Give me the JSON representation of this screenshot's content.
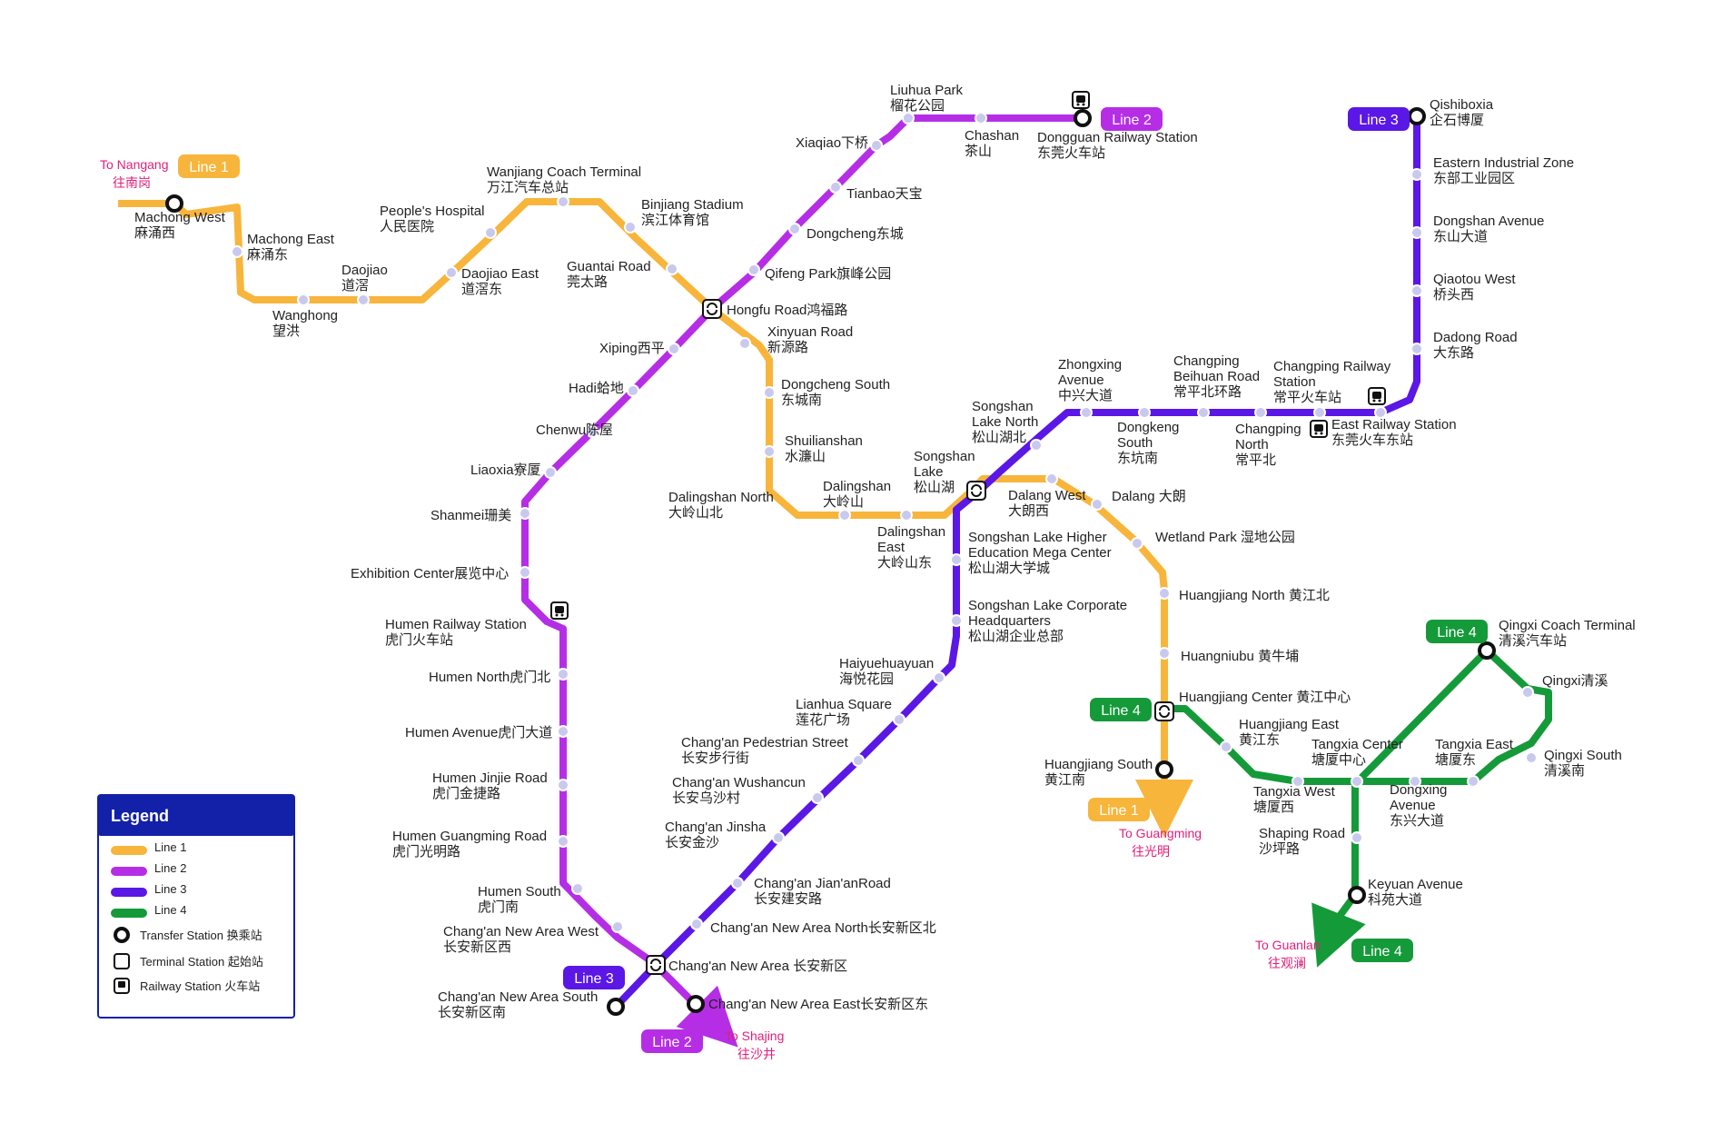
{
  "colors": {
    "line1": "#f8b53b",
    "line2": "#b52ee6",
    "line3": "#5a17e6",
    "line4": "#159a3a",
    "legend_header": "#1320a8",
    "direction": "#e0207a"
  },
  "line_badges": [
    {
      "id": "l1a",
      "label": "Line 1"
    },
    {
      "id": "l1b",
      "label": "Line 1"
    },
    {
      "id": "l2a",
      "label": "Line 2"
    },
    {
      "id": "l2b",
      "label": "Line 2"
    },
    {
      "id": "l3a",
      "label": "Line 3"
    },
    {
      "id": "l3b",
      "label": "Line 3"
    },
    {
      "id": "l4a",
      "label": "Line 4"
    },
    {
      "id": "l4b",
      "label": "Line 4"
    },
    {
      "id": "l4c",
      "label": "Line 4"
    }
  ],
  "directions": [
    {
      "id": "nangang",
      "en": "To Nangang",
      "zh": "往南岗"
    },
    {
      "id": "guangming",
      "en": "To Guangming",
      "zh": "往光明"
    },
    {
      "id": "shajing",
      "en": "To Shajing",
      "zh": "往沙井"
    },
    {
      "id": "guanlan",
      "en": "To Guanlan",
      "zh": "往观澜"
    }
  ],
  "stations": [
    {
      "id": "s1",
      "lines": [
        "Machong West",
        "麻涌西"
      ]
    },
    {
      "id": "s2",
      "lines": [
        "Machong East",
        "麻涌东"
      ]
    },
    {
      "id": "s3",
      "lines": [
        "Wanghong",
        "望洪"
      ]
    },
    {
      "id": "s4",
      "lines": [
        "Daojiao",
        "道滘"
      ]
    },
    {
      "id": "s5",
      "lines": [
        "Daojiao East",
        "道滘东"
      ]
    },
    {
      "id": "s6",
      "lines": [
        "People's Hospital",
        "人民医院"
      ]
    },
    {
      "id": "s7",
      "lines": [
        "Wanjiang Coach Terminal",
        "万江汽车总站"
      ]
    },
    {
      "id": "s8",
      "lines": [
        "Binjiang Stadium",
        "滨江体育馆"
      ]
    },
    {
      "id": "s9",
      "lines": [
        "Guantai Road",
        "莞太路"
      ]
    },
    {
      "id": "s10",
      "lines": [
        "Hongfu Road鸿福路"
      ]
    },
    {
      "id": "s11",
      "lines": [
        "Xinyuan Road",
        "新源路"
      ]
    },
    {
      "id": "s12",
      "lines": [
        "Dongcheng South",
        "东城南"
      ]
    },
    {
      "id": "s13",
      "lines": [
        "Shuilianshan",
        "水濂山"
      ]
    },
    {
      "id": "s14",
      "lines": [
        "Dalingshan North",
        "大岭山北"
      ]
    },
    {
      "id": "s15",
      "lines": [
        "Dalingshan",
        "大岭山"
      ]
    },
    {
      "id": "s16",
      "lines": [
        "Dalingshan",
        "East",
        "大岭山东"
      ]
    },
    {
      "id": "s17",
      "lines": [
        "Songshan",
        "Lake",
        "松山湖"
      ]
    },
    {
      "id": "s18",
      "lines": [
        "Dalang West",
        "大朗西"
      ]
    },
    {
      "id": "s19",
      "lines": [
        "Dalang 大朗"
      ]
    },
    {
      "id": "s20",
      "lines": [
        "Wetland Park 湿地公园"
      ]
    },
    {
      "id": "s21",
      "lines": [
        "Huangjiang North 黄江北"
      ]
    },
    {
      "id": "s22",
      "lines": [
        "Huangniubu 黄牛埔"
      ]
    },
    {
      "id": "s23",
      "lines": [
        "Huangjiang Center 黄江中心"
      ]
    },
    {
      "id": "s24",
      "lines": [
        "Huangjiang South",
        "黄江南"
      ]
    },
    {
      "id": "s25",
      "lines": [
        "Liuhua Park",
        "榴花公园"
      ]
    },
    {
      "id": "s26",
      "lines": [
        "Chashan",
        "茶山"
      ]
    },
    {
      "id": "s27",
      "lines": [
        "Dongguan Railway Station",
        "东莞火车站"
      ]
    },
    {
      "id": "s28",
      "lines": [
        "Xiaqiao下桥"
      ]
    },
    {
      "id": "s29",
      "lines": [
        "Tianbao天宝"
      ]
    },
    {
      "id": "s30",
      "lines": [
        "Dongcheng东城"
      ]
    },
    {
      "id": "s31",
      "lines": [
        "Qifeng Park旗峰公园"
      ]
    },
    {
      "id": "s32",
      "lines": [
        "Xiping西平"
      ]
    },
    {
      "id": "s33",
      "lines": [
        "Hadi蛤地"
      ]
    },
    {
      "id": "s34",
      "lines": [
        "Chenwu陈屋"
      ]
    },
    {
      "id": "s35",
      "lines": [
        "Liaoxia寮厦"
      ]
    },
    {
      "id": "s36",
      "lines": [
        "Shanmei珊美"
      ]
    },
    {
      "id": "s37",
      "lines": [
        "Exhibition Center展览中心"
      ]
    },
    {
      "id": "s38",
      "lines": [
        "Humen Railway Station",
        "虎门火车站"
      ]
    },
    {
      "id": "s39",
      "lines": [
        "Humen North虎门北"
      ]
    },
    {
      "id": "s40",
      "lines": [
        "Humen Avenue虎门大道"
      ]
    },
    {
      "id": "s41",
      "lines": [
        "Humen Jinjie Road",
        "虎门金捷路"
      ]
    },
    {
      "id": "s42",
      "lines": [
        "Humen Guangming Road",
        "虎门光明路"
      ]
    },
    {
      "id": "s43",
      "lines": [
        "Humen South",
        "虎门南"
      ]
    },
    {
      "id": "s44",
      "lines": [
        "Chang'an New Area West",
        "长安新区西"
      ]
    },
    {
      "id": "s45",
      "lines": [
        "Chang'an New Area 长安新区"
      ]
    },
    {
      "id": "s46",
      "lines": [
        "Chang'an New Area East长安新区东"
      ]
    },
    {
      "id": "s47",
      "lines": [
        "Chang'an New Area South",
        "长安新区南"
      ]
    },
    {
      "id": "s48",
      "lines": [
        "Chang'an New Area North长安新区北"
      ]
    },
    {
      "id": "s49",
      "lines": [
        "Chang'an   Jian'anRoad",
        "长安建安路"
      ]
    },
    {
      "id": "s50",
      "lines": [
        "Chang'an Jinsha",
        "长安金沙"
      ]
    },
    {
      "id": "s51",
      "lines": [
        "Chang'an Wushancun",
        "长安乌沙村"
      ]
    },
    {
      "id": "s52",
      "lines": [
        "Chang'an Pedestrian Street",
        "长安步行街"
      ]
    },
    {
      "id": "s53",
      "lines": [
        "Lianhua Square",
        "莲花广场"
      ]
    },
    {
      "id": "s54",
      "lines": [
        "Haiyuehuayuan",
        "海悦花园"
      ]
    },
    {
      "id": "s55",
      "lines": [
        "Songshan Lake Corporate",
        "Headquarters",
        "松山湖企业总部"
      ]
    },
    {
      "id": "s56",
      "lines": [
        "Songshan Lake Higher",
        "Education Mega Center",
        "松山湖大学城"
      ]
    },
    {
      "id": "s57",
      "lines": [
        "Songshan",
        "Lake North",
        "松山湖北"
      ]
    },
    {
      "id": "s58",
      "lines": [
        "Zhongxing",
        "Avenue",
        "中兴大道"
      ]
    },
    {
      "id": "s59",
      "lines": [
        "Dongkeng",
        "South",
        "东坑南"
      ]
    },
    {
      "id": "s60",
      "lines": [
        "Changping",
        "Beihuan Road",
        "常平北环路"
      ]
    },
    {
      "id": "s61",
      "lines": [
        "Changping",
        "North",
        "常平北"
      ]
    },
    {
      "id": "s62",
      "lines": [
        "Changping Railway",
        "Station",
        "常平火车站"
      ]
    },
    {
      "id": "s63",
      "lines": [
        "East Railway Station",
        "东莞火车东站"
      ]
    },
    {
      "id": "s64",
      "lines": [
        "Dadong Road",
        "大东路"
      ]
    },
    {
      "id": "s65",
      "lines": [
        "Qiaotou West",
        "桥头西"
      ]
    },
    {
      "id": "s66",
      "lines": [
        "Dongshan Avenue",
        "东山大道"
      ]
    },
    {
      "id": "s67",
      "lines": [
        "Eastern  Industrial  Zone",
        "东部工业园区"
      ]
    },
    {
      "id": "s68",
      "lines": [
        "Qishiboxia",
        "企石博厦"
      ]
    },
    {
      "id": "s69",
      "lines": [
        "Huangjiang East",
        "黄江东"
      ]
    },
    {
      "id": "s70",
      "lines": [
        "Tangxia West",
        "塘厦西"
      ]
    },
    {
      "id": "s71",
      "lines": [
        "Tangxia Center",
        "塘厦中心"
      ]
    },
    {
      "id": "s72",
      "lines": [
        "Dongxing",
        "Avenue",
        "东兴大道"
      ]
    },
    {
      "id": "s73",
      "lines": [
        "Tangxia East",
        "塘厦东"
      ]
    },
    {
      "id": "s74",
      "lines": [
        "Qingxi South",
        "清溪南"
      ]
    },
    {
      "id": "s75",
      "lines": [
        "Qingxi清溪"
      ]
    },
    {
      "id": "s76",
      "lines": [
        "Qingxi Coach Terminal",
        "清溪汽车站"
      ]
    },
    {
      "id": "s77",
      "lines": [
        "Shaping Road",
        "沙坪路"
      ]
    },
    {
      "id": "s78",
      "lines": [
        "Keyuan Avenue",
        "科苑大道"
      ]
    }
  ],
  "legend": {
    "title": "Legend",
    "items": [
      {
        "id": "lg1",
        "label": "Line 1"
      },
      {
        "id": "lg2",
        "label": "Line 2"
      },
      {
        "id": "lg3",
        "label": "Line 3"
      },
      {
        "id": "lg4",
        "label": "Line 4"
      },
      {
        "id": "lg5",
        "label": "Transfer Station 换乘站"
      },
      {
        "id": "lg6",
        "label": "Terminal Station 起始站"
      },
      {
        "id": "lg7",
        "label": "Railway Station 火车站"
      }
    ]
  }
}
